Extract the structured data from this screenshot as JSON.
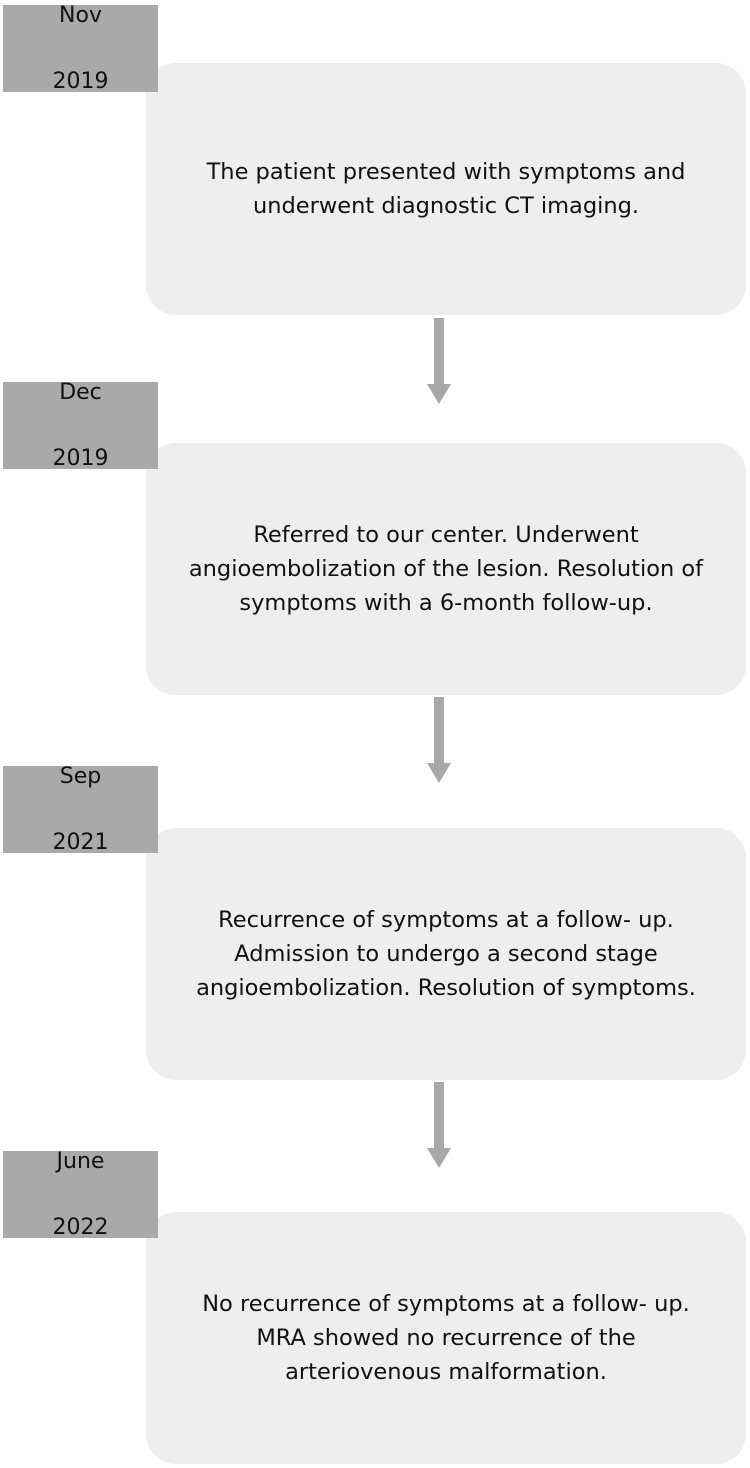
{
  "timeline": {
    "events": [
      {
        "date_month": "Nov",
        "date_year": "2019",
        "description": "The patient presented with symptoms and underwent diagnostic CT imaging."
      },
      {
        "date_month": "Dec",
        "date_year": "2019",
        "description": "Referred to our center. Underwent angioembolization of the lesion. Resolution of symptoms with a 6-month follow-up."
      },
      {
        "date_month": "Sep",
        "date_year": "2021",
        "description": "Recurrence of symptoms at a follow- up. Admission to undergo a second stage angioembolization. Resolution of symptoms."
      },
      {
        "date_month": "June",
        "date_year": "2022",
        "description": "No recurrence of symptoms at a follow- up. MRA showed no recurrence of the arteriovenous malformation."
      }
    ],
    "colors": {
      "date_tag_fill": "#a9a9a9",
      "event_box_fill": "#eeeeee",
      "arrow_fill": "#a8a8a8",
      "text": "#111111"
    }
  }
}
